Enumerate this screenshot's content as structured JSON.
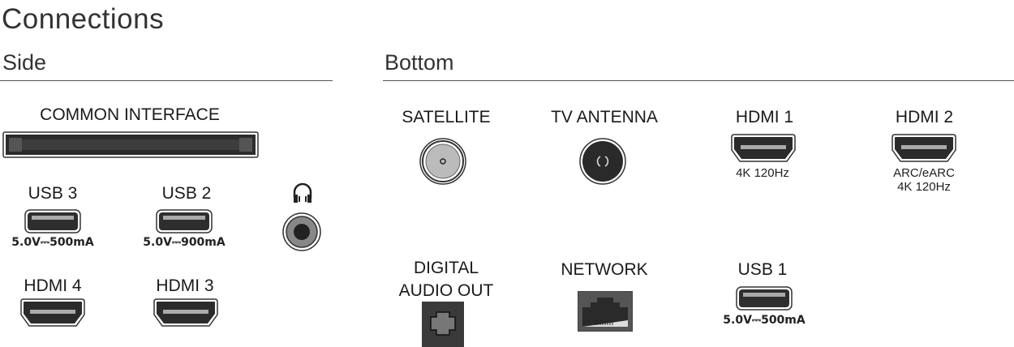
{
  "title": "Connections",
  "side": {
    "heading": "Side",
    "common_interface": "COMMON INTERFACE",
    "usb3": {
      "label": "USB 3",
      "spec": "5.0V⎓500mA"
    },
    "usb2": {
      "label": "USB 2",
      "spec": "5.0V⎓900mA"
    },
    "headphone_icon": "headphones-icon",
    "hdmi4": {
      "label": "HDMI 4"
    },
    "hdmi3": {
      "label": "HDMI 3"
    }
  },
  "bottom": {
    "heading": "Bottom",
    "satellite": {
      "label": "SATELLITE"
    },
    "antenna": {
      "label": "TV ANTENNA"
    },
    "hdmi1": {
      "label": "HDMI 1",
      "sub": "4K 120Hz"
    },
    "hdmi2": {
      "label": "HDMI 2",
      "sub1": "ARC/eARC",
      "sub2": "4K 120Hz"
    },
    "digital_audio": {
      "label1": "DIGITAL",
      "label2": "AUDIO OUT"
    },
    "network": {
      "label": "NETWORK"
    },
    "usb1": {
      "label": "USB 1",
      "spec": "5.0V⎓500mA"
    }
  }
}
